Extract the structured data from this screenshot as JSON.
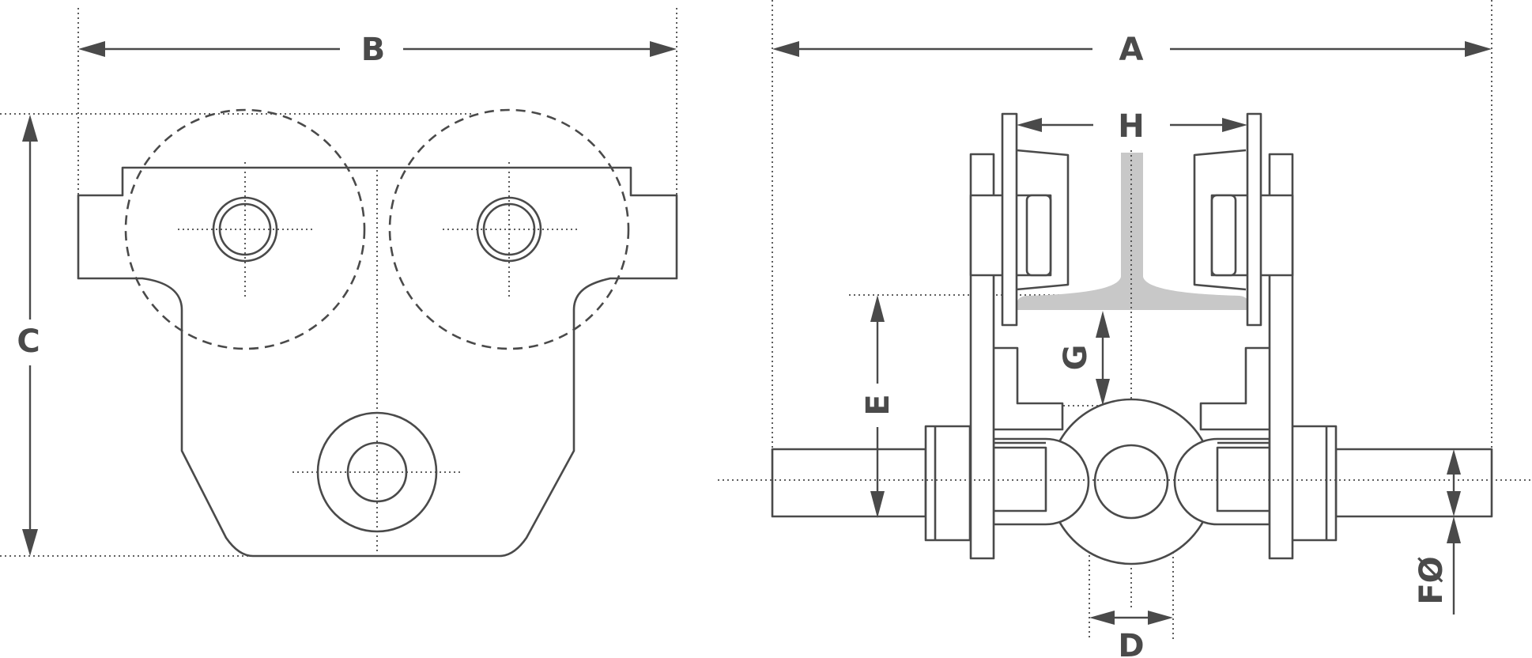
{
  "labels": {
    "a": "A",
    "b": "B",
    "c": "C",
    "d": "D",
    "e": "E",
    "f": "FØ",
    "g": "G",
    "h": "H"
  },
  "colors": {
    "line": "#4a4a4a",
    "rail": "#c8c8c8",
    "background": "#ffffff"
  }
}
